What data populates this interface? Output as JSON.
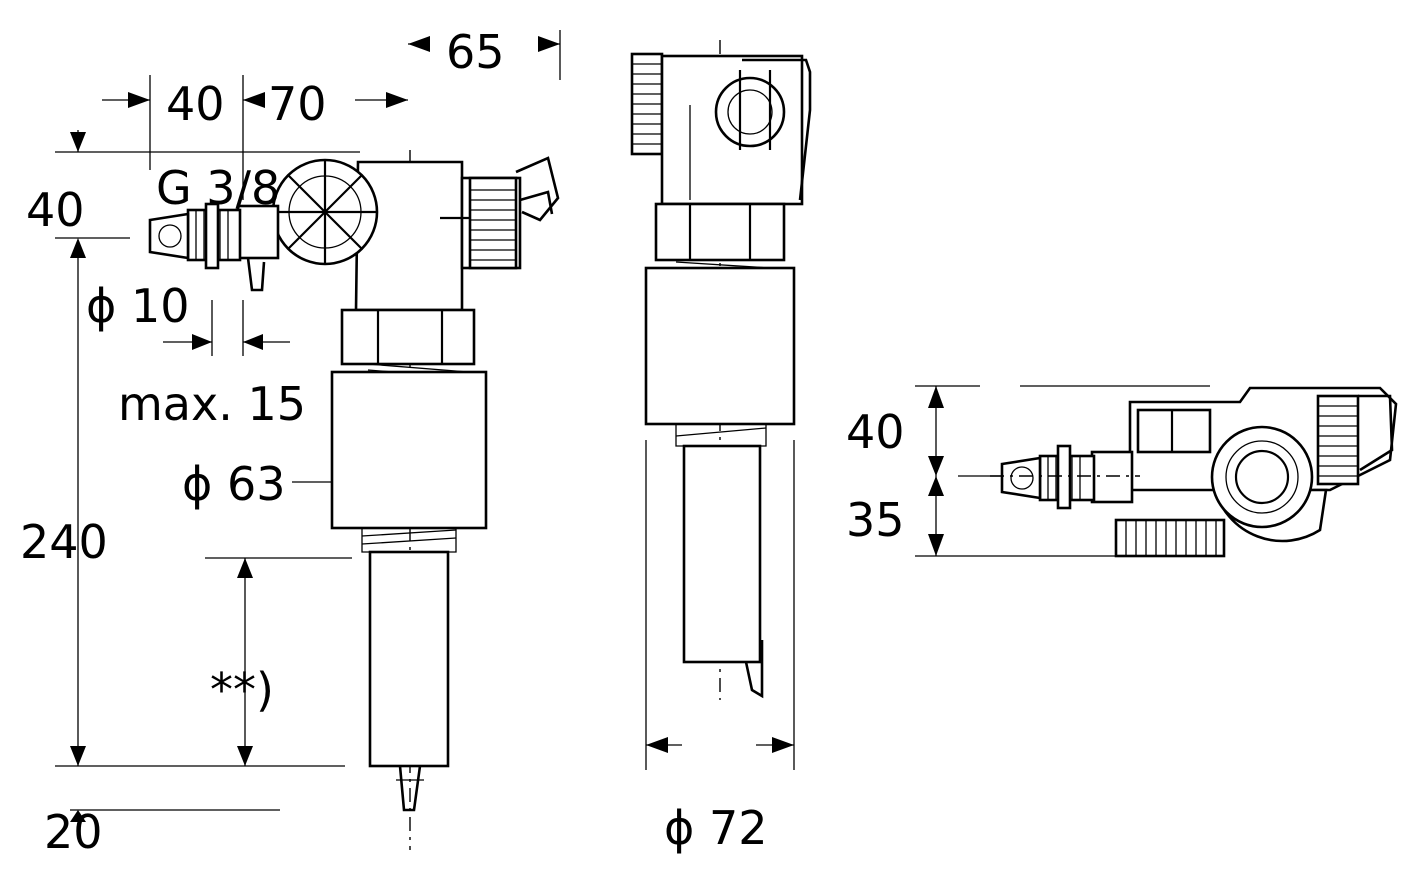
{
  "labels": {
    "top_65": "65",
    "top_40": "40",
    "top_70": "70",
    "left_40": "40",
    "thread": "G 3/8",
    "dia_10": "ϕ 10",
    "max15": "max. 15",
    "dia_63": "ϕ 63",
    "dim_240": "240",
    "note": "**)",
    "dim_20": "20",
    "dia_72": "ϕ 72",
    "right_40": "40",
    "right_35": "35"
  },
  "colors": {
    "line": "#000000",
    "background": "#ffffff"
  }
}
